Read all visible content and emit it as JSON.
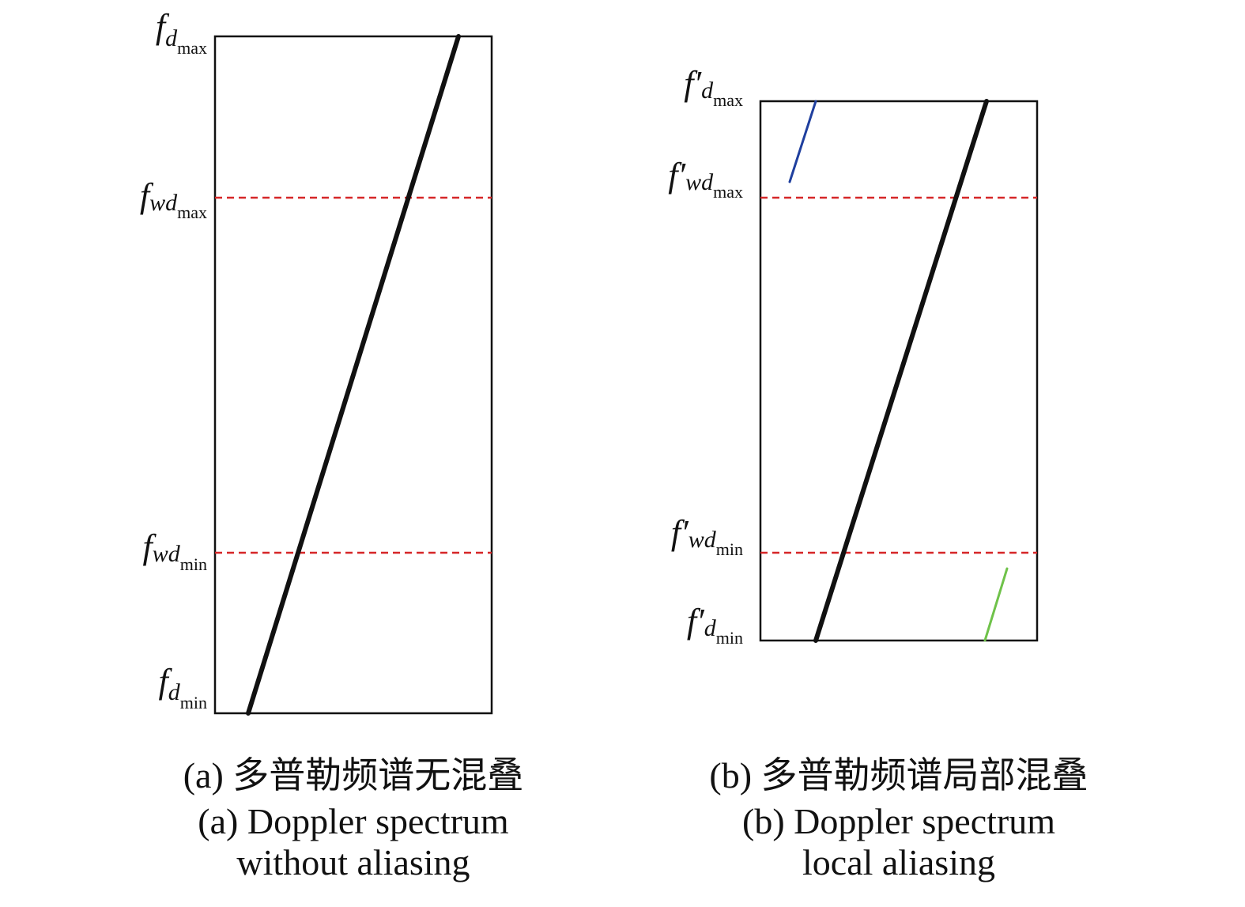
{
  "panel_a": {
    "labels": {
      "fd_max": {
        "main": "f",
        "sub1": "d",
        "sub2": "max"
      },
      "fwd_max": {
        "main": "f",
        "sub1": "wd",
        "sub2": "max"
      },
      "fwd_min": {
        "main": "f",
        "sub1": "wd",
        "sub2": "min"
      },
      "fd_min": {
        "main": "f",
        "sub1": "d",
        "sub2": "min"
      }
    },
    "caption": {
      "zh": "(a) 多普勒频谱无混叠",
      "en_line1": "(a) Doppler spectrum",
      "en_line2": "without aliasing"
    }
  },
  "panel_b": {
    "labels": {
      "fd_max": {
        "main": "f′",
        "sub1": "d",
        "sub2": "max"
      },
      "fwd_max": {
        "main": "f′",
        "sub1": "wd",
        "sub2": "max"
      },
      "fwd_min": {
        "main": "f′",
        "sub1": "wd",
        "sub2": "min"
      },
      "fd_min": {
        "main": "f′",
        "sub1": "d",
        "sub2": "min"
      }
    },
    "caption": {
      "zh": "(b) 多普勒频谱局部混叠",
      "en_line1": "(b) Doppler spectrum",
      "en_line2": "local aliasing"
    }
  },
  "colors": {
    "frame": "#111111",
    "spectrum_line": "#111111",
    "threshold_dashed": "#d62728",
    "aliased_upper": "#1f3f9e",
    "aliased_lower": "#6fc24a"
  }
}
